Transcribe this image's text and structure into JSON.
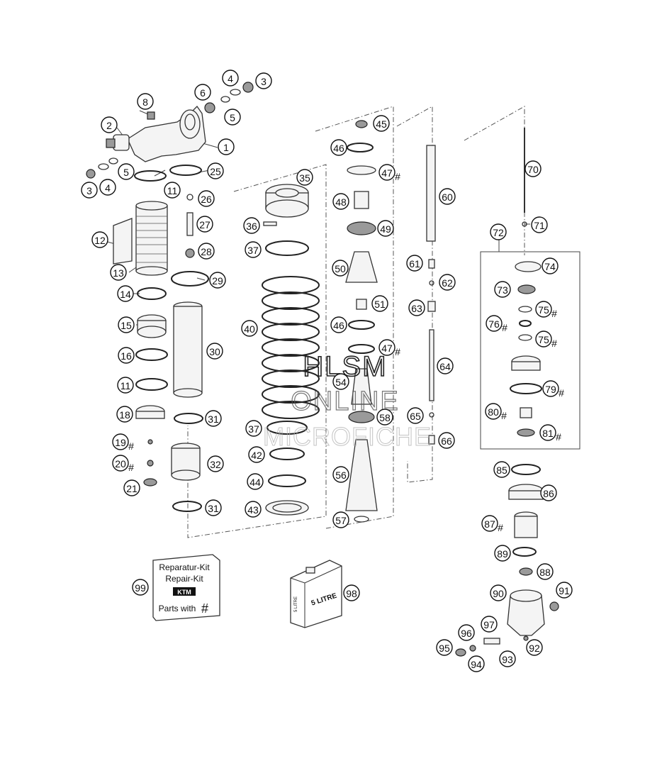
{
  "repair_kit": {
    "line1": "Reparatur-Kit",
    "line2": "Repair-Kit",
    "logo": "KTM",
    "line3": "Parts with",
    "hash": "#"
  },
  "oil_can": {
    "label": "5 LITRE",
    "side_label": "5 LITRE"
  },
  "watermark": {
    "line1": "HLSM",
    "line2": "ONLINE",
    "line3": "MICROFICHE"
  },
  "hash_symbol": "#",
  "callouts": [
    {
      "n": "1"
    },
    {
      "n": "2"
    },
    {
      "n": "3"
    },
    {
      "n": "3"
    },
    {
      "n": "4"
    },
    {
      "n": "4"
    },
    {
      "n": "5"
    },
    {
      "n": "5"
    },
    {
      "n": "6"
    },
    {
      "n": "8"
    },
    {
      "n": "11"
    },
    {
      "n": "11"
    },
    {
      "n": "12"
    },
    {
      "n": "13"
    },
    {
      "n": "14"
    },
    {
      "n": "15"
    },
    {
      "n": "16"
    },
    {
      "n": "18"
    },
    {
      "n": "19",
      "hash": true
    },
    {
      "n": "20",
      "hash": true
    },
    {
      "n": "21"
    },
    {
      "n": "25"
    },
    {
      "n": "26"
    },
    {
      "n": "27"
    },
    {
      "n": "28"
    },
    {
      "n": "29"
    },
    {
      "n": "30"
    },
    {
      "n": "31"
    },
    {
      "n": "31"
    },
    {
      "n": "32"
    },
    {
      "n": "35"
    },
    {
      "n": "36"
    },
    {
      "n": "37"
    },
    {
      "n": "37"
    },
    {
      "n": "40"
    },
    {
      "n": "42"
    },
    {
      "n": "43"
    },
    {
      "n": "44"
    },
    {
      "n": "45"
    },
    {
      "n": "46"
    },
    {
      "n": "46"
    },
    {
      "n": "47",
      "hash": true
    },
    {
      "n": "47",
      "hash": true
    },
    {
      "n": "48"
    },
    {
      "n": "49"
    },
    {
      "n": "50"
    },
    {
      "n": "51"
    },
    {
      "n": "54"
    },
    {
      "n": "56"
    },
    {
      "n": "57"
    },
    {
      "n": "58"
    },
    {
      "n": "60"
    },
    {
      "n": "61"
    },
    {
      "n": "62"
    },
    {
      "n": "63"
    },
    {
      "n": "64"
    },
    {
      "n": "65"
    },
    {
      "n": "66"
    },
    {
      "n": "70"
    },
    {
      "n": "71"
    },
    {
      "n": "72"
    },
    {
      "n": "73"
    },
    {
      "n": "74"
    },
    {
      "n": "75",
      "hash": true
    },
    {
      "n": "75",
      "hash": true
    },
    {
      "n": "76",
      "hash": true
    },
    {
      "n": "79",
      "hash": true
    },
    {
      "n": "80",
      "hash": true
    },
    {
      "n": "81",
      "hash": true
    },
    {
      "n": "85"
    },
    {
      "n": "86"
    },
    {
      "n": "87",
      "hash": true
    },
    {
      "n": "88"
    },
    {
      "n": "89"
    },
    {
      "n": "90"
    },
    {
      "n": "91"
    },
    {
      "n": "92"
    },
    {
      "n": "93"
    },
    {
      "n": "94"
    },
    {
      "n": "95"
    },
    {
      "n": "96"
    },
    {
      "n": "97"
    },
    {
      "n": "98"
    },
    {
      "n": "99"
    }
  ]
}
